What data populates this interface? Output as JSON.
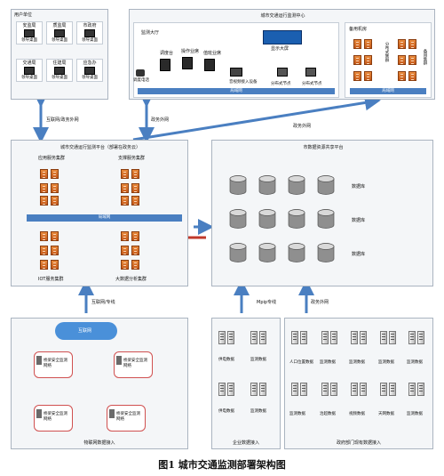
{
  "user_unit": {
    "title": "用户单位",
    "cells": [
      {
        "name": "安监局",
        "sub": "领导桌面"
      },
      {
        "name": "质监局",
        "sub": "领导桌面"
      },
      {
        "name": "市政府",
        "sub": "领导桌面"
      },
      {
        "name": "交通局",
        "sub": "领导桌面"
      },
      {
        "name": "住建局",
        "sub": "领导桌面"
      },
      {
        "name": "应急办",
        "sub": "领导桌面"
      }
    ]
  },
  "center": {
    "title": "城市交通运行监测中心",
    "hall": "监测大厅",
    "items": [
      "调度台",
      "操作业席",
      "值班业席",
      "显示大屏",
      "音视频接入设备",
      "分布式节点",
      "分布式节点",
      "调度电话"
    ],
    "network": "局域网",
    "backup": {
      "title": "备用机房",
      "network": "局域网",
      "cluster_label": "分布式集群",
      "cluster_label_2": "备用集群"
    }
  },
  "links": {
    "internet_gov": "互联网/政务外网",
    "gov_extranet": "政务外网",
    "gov_extranet_2": "政务外网",
    "internet_dedicated": "互联网/专线",
    "mpip": "Mpip专线",
    "gov_extranet_3": "政务外网"
  },
  "platform": {
    "title": "城市交通运行监测平台（部署在政务云）",
    "app_cluster": "应用服务集群",
    "support_cluster": "支撑服务集群",
    "network": "局域网",
    "iot_cluster": "IOT服务集群",
    "bigdata_cluster": "大数据分析集群"
  },
  "sharing": {
    "title": "市数据资源共享平台",
    "db_label": "数据库",
    "rows": 3,
    "cols": 4
  },
  "iot": {
    "cloud": "互联网",
    "gateways": [
      "桥梁安全监测网络",
      "桥梁安全监测网络",
      "桥梁安全监测网络",
      "桥梁安全监测网络"
    ],
    "footer": "物联网数据接入"
  },
  "enterprise": {
    "items": [
      "供电数据",
      "监测数据",
      "供电数据",
      "监测数据"
    ],
    "footer": "企业数据接入"
  },
  "gov_depts": {
    "items": [
      "人口位置数据",
      "监测数据",
      "监测数据",
      "监测数据",
      "监测数据",
      "监测数据",
      "治超数据",
      "视频数据",
      "天网数据",
      "监测数据"
    ],
    "footer": "政府部门现有数据接入"
  },
  "caption": "图1   城市交通监测部署架构图",
  "colors": {
    "accent": "#4a7fc1",
    "server": "#e07a2c",
    "gateway_border": "#d05050",
    "red_arrow": "#c0392b"
  }
}
